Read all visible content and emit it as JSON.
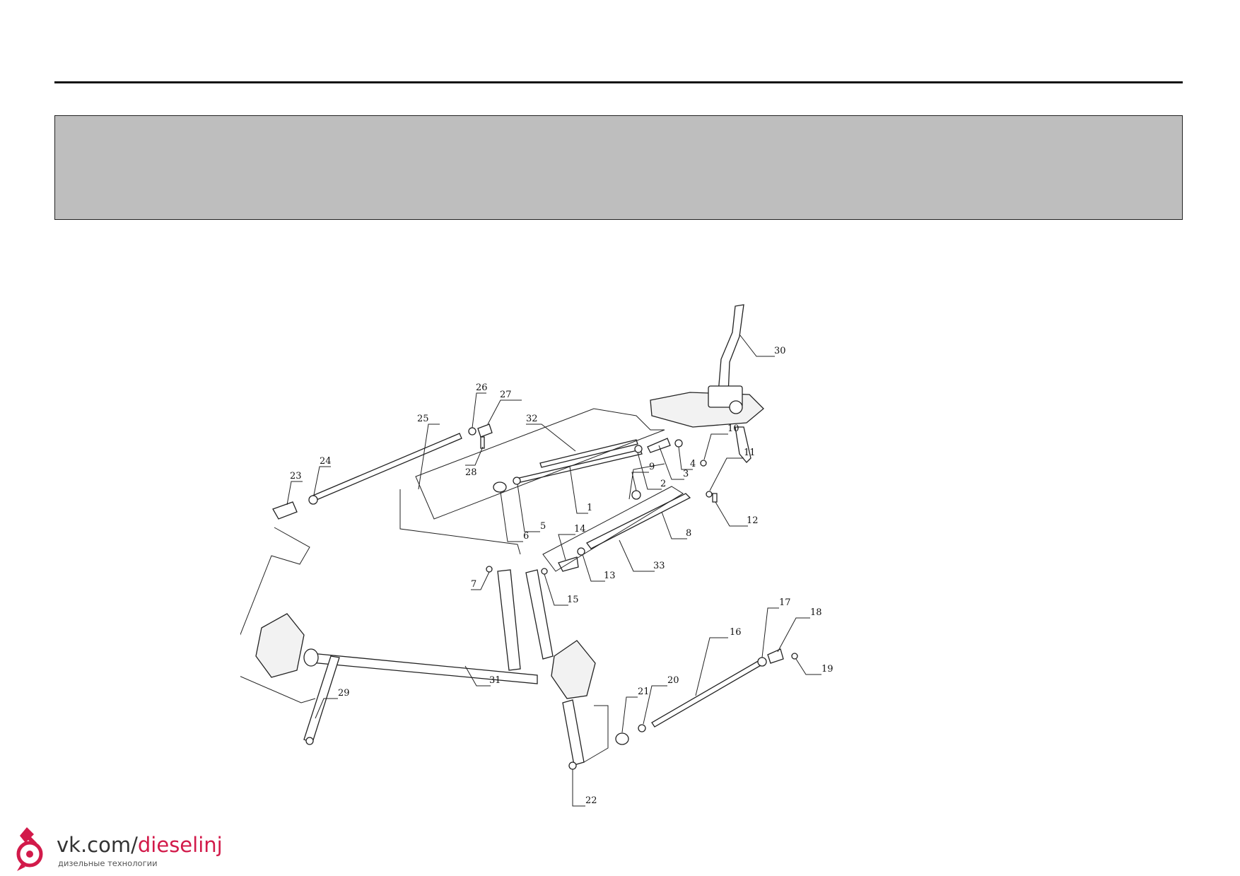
{
  "diagram": {
    "callouts": [
      "1",
      "2",
      "3",
      "4",
      "5",
      "6",
      "7",
      "8",
      "9",
      "10",
      "11",
      "12",
      "13",
      "14",
      "15",
      "16",
      "17",
      "18",
      "19",
      "20",
      "21",
      "22",
      "23",
      "24",
      "25",
      "26",
      "27",
      "28",
      "29",
      "30",
      "31",
      "32",
      "33"
    ]
  },
  "watermark": {
    "url_prefix": "vk.com/",
    "url_accent": "dieselinj",
    "subtitle": "дизельные технологии",
    "accent_color": "#d21a4a",
    "icon": "fuel-injector-pin-icon"
  }
}
